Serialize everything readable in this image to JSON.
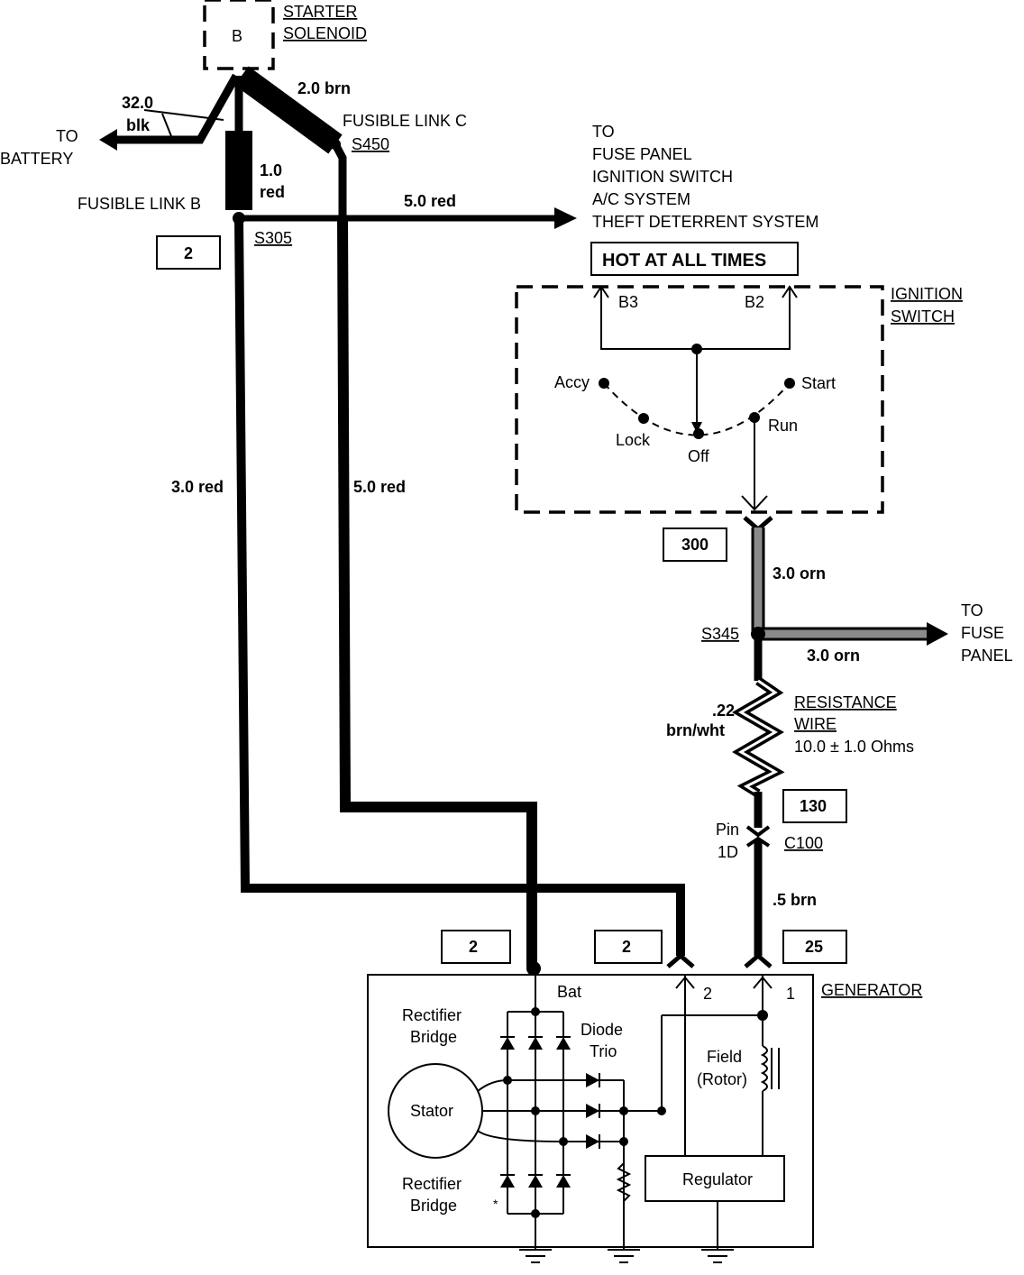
{
  "solenoid": {
    "terminal": "B",
    "title_line1": "STARTER",
    "title_line2": "SOLENOID"
  },
  "battery": {
    "wire_gauge": "32.0",
    "wire_color": "blk",
    "label_line1": "TO",
    "label_line2": "BATTERY"
  },
  "fusible_link_b": {
    "label": "FUSIBLE LINK B",
    "gauge": "1.0",
    "color": "red"
  },
  "fusible_link_c": {
    "label": "FUSIBLE LINK C",
    "splice": "S450",
    "feed_wire": "2.0 brn"
  },
  "splice_s305": {
    "label": "S305",
    "box": "2"
  },
  "hot_feed": {
    "wire": "5.0 red",
    "destinations": [
      "TO",
      "FUSE PANEL",
      "IGNITION SWITCH",
      "A/C SYSTEM",
      "THEFT DETERRENT SYSTEM"
    ],
    "hot_label": "HOT AT ALL TIMES"
  },
  "ignition_switch": {
    "title_line1": "IGNITION",
    "title_line2": "SWITCH",
    "terminals": [
      "B3",
      "B2"
    ],
    "positions": [
      "Accy",
      "Lock",
      "Off",
      "Run",
      "Start"
    ],
    "connector_box": "300"
  },
  "left_wire": "3.0 red",
  "mid_wire": "5.0 red",
  "orange_circuit": {
    "wire_top": "3.0 orn",
    "splice": "S345",
    "wire_branch": "3.0 orn",
    "dest_line1": "TO",
    "dest_line2": "FUSE",
    "dest_line3": "PANEL"
  },
  "resistance_wire": {
    "gauge": ".22",
    "color": "brn/wht",
    "title_line1": "RESISTANCE",
    "title_line2": "WIRE",
    "value": "10.0  ±  1.0 Ohms",
    "box": "130"
  },
  "connector_c100": {
    "pin_line1": "Pin",
    "pin_line2": "1D",
    "label": "C100",
    "wire": ".5 brn"
  },
  "generator": {
    "title": "GENERATOR",
    "boxes": [
      "2",
      "2",
      "25"
    ],
    "terminals": {
      "bat": "Bat",
      "t2": "2",
      "t1": "1"
    },
    "rectifier_top_line1": "Rectifier",
    "rectifier_top_line2": "Bridge",
    "rectifier_bottom_line1": "Rectifier",
    "rectifier_bottom_line2": "Bridge",
    "diode_trio_line1": "Diode",
    "diode_trio_line2": "Trio",
    "stator": "Stator",
    "field_line1": "Field",
    "field_line2": "(Rotor)",
    "regulator": "Regulator",
    "mark": "*"
  }
}
